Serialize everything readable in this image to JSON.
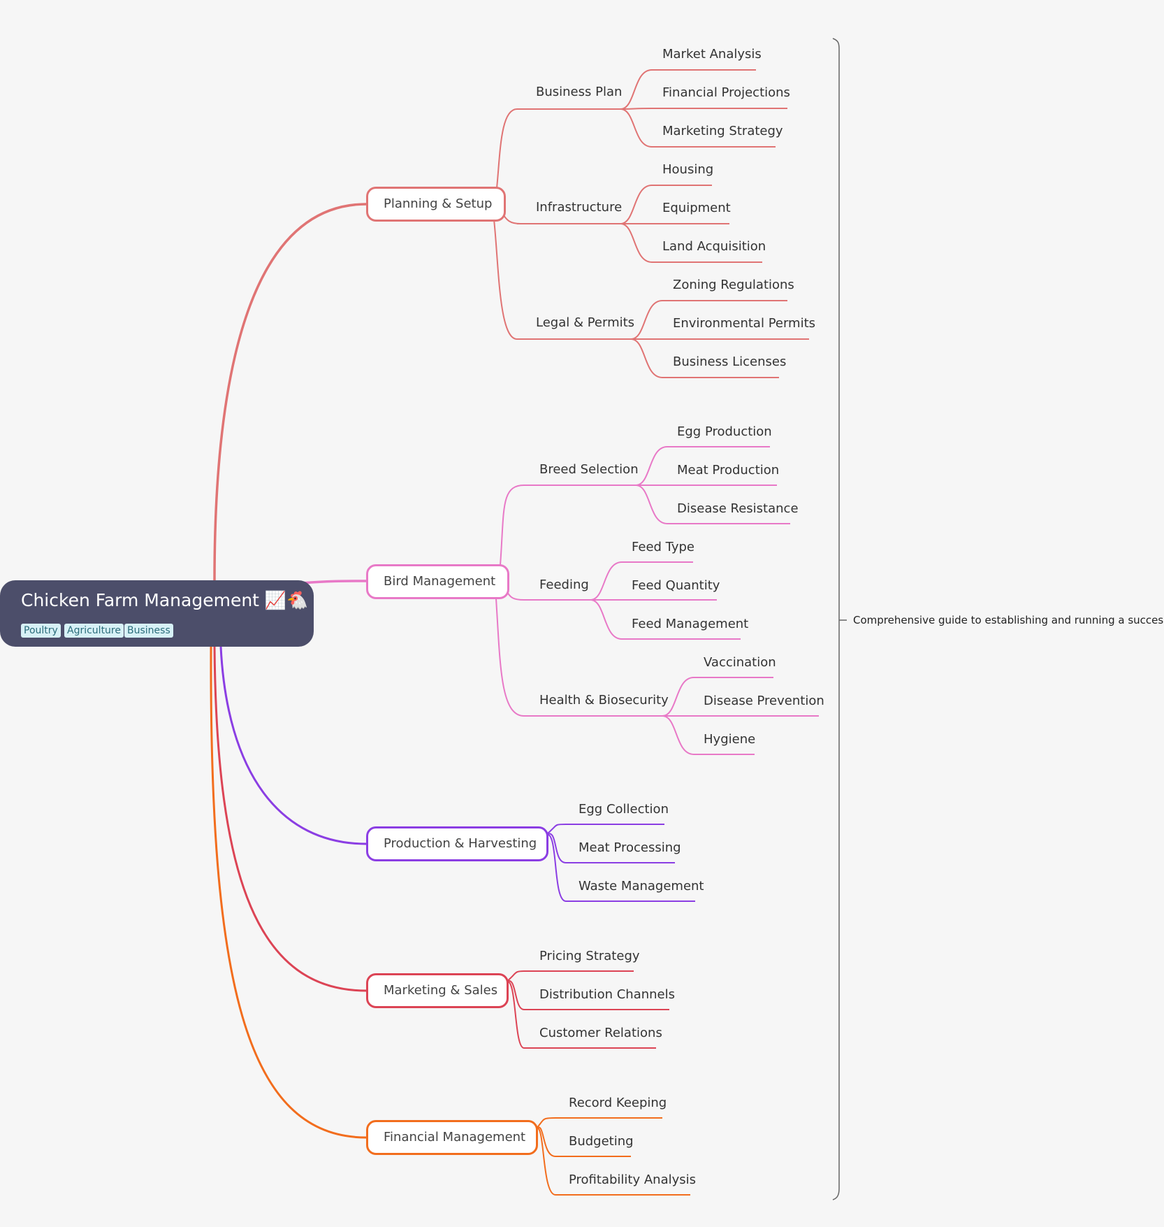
{
  "root": {
    "title": "Chicken Farm Management 📈🐔",
    "tags": [
      "Poultry",
      "Agriculture",
      "Business"
    ]
  },
  "note": "Comprehensive guide to establishing and running a successful",
  "branches": [
    {
      "label": "Planning & Setup",
      "color": "#e07474",
      "children": [
        {
          "label": "Business Plan",
          "children": [
            "Market Analysis",
            "Financial Projections",
            "Marketing Strategy"
          ]
        },
        {
          "label": "Infrastructure",
          "children": [
            "Housing",
            "Equipment",
            "Land Acquisition"
          ]
        },
        {
          "label": "Legal & Permits",
          "children": [
            "Zoning Regulations",
            "Environmental Permits",
            "Business Licenses"
          ]
        }
      ]
    },
    {
      "label": "Bird Management",
      "color": "#e879c7",
      "children": [
        {
          "label": "Breed Selection",
          "children": [
            "Egg Production",
            "Meat Production",
            "Disease Resistance"
          ]
        },
        {
          "label": "Feeding",
          "children": [
            "Feed Type",
            "Feed Quantity",
            "Feed Management"
          ]
        },
        {
          "label": "Health & Biosecurity",
          "children": [
            "Vaccination",
            "Disease Prevention",
            "Hygiene"
          ]
        }
      ]
    },
    {
      "label": "Production & Harvesting",
      "color": "#8b3ee3",
      "children": [
        "Egg Collection",
        "Meat Processing",
        "Waste Management"
      ]
    },
    {
      "label": "Marketing & Sales",
      "color": "#dc4455",
      "children": [
        "Pricing Strategy",
        "Distribution Channels",
        "Customer Relations"
      ]
    },
    {
      "label": "Financial Management",
      "color": "#f26d1d",
      "children": [
        "Record Keeping",
        "Budgeting",
        "Profitability Analysis"
      ]
    }
  ]
}
